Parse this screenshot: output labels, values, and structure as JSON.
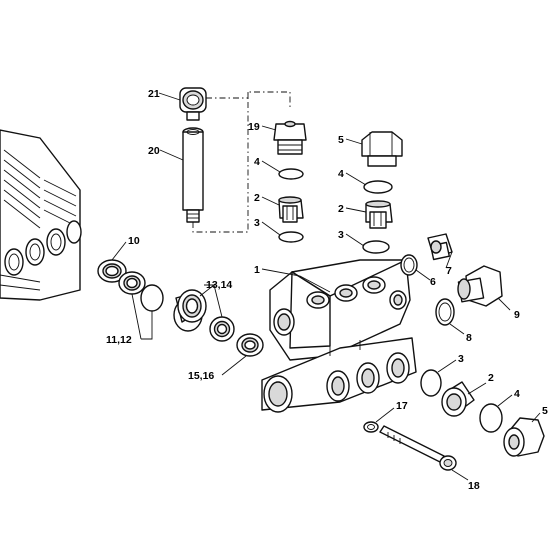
{
  "callouts": {
    "c1": "1",
    "c2a": "2",
    "c2b": "2",
    "c2c": "2",
    "c3a": "3",
    "c3b": "3",
    "c3c": "3",
    "c4a": "4",
    "c4b": "4",
    "c4c": "4",
    "c5a": "5",
    "c5b": "5",
    "c6": "6",
    "c7": "7",
    "c8": "8",
    "c9": "9",
    "c10": "10",
    "c11_12": "11,12",
    "c13_14": "13,14",
    "c15_16": "15,16",
    "c17": "17",
    "c18": "18",
    "c19": "19",
    "c20": "20",
    "c21": "21"
  }
}
